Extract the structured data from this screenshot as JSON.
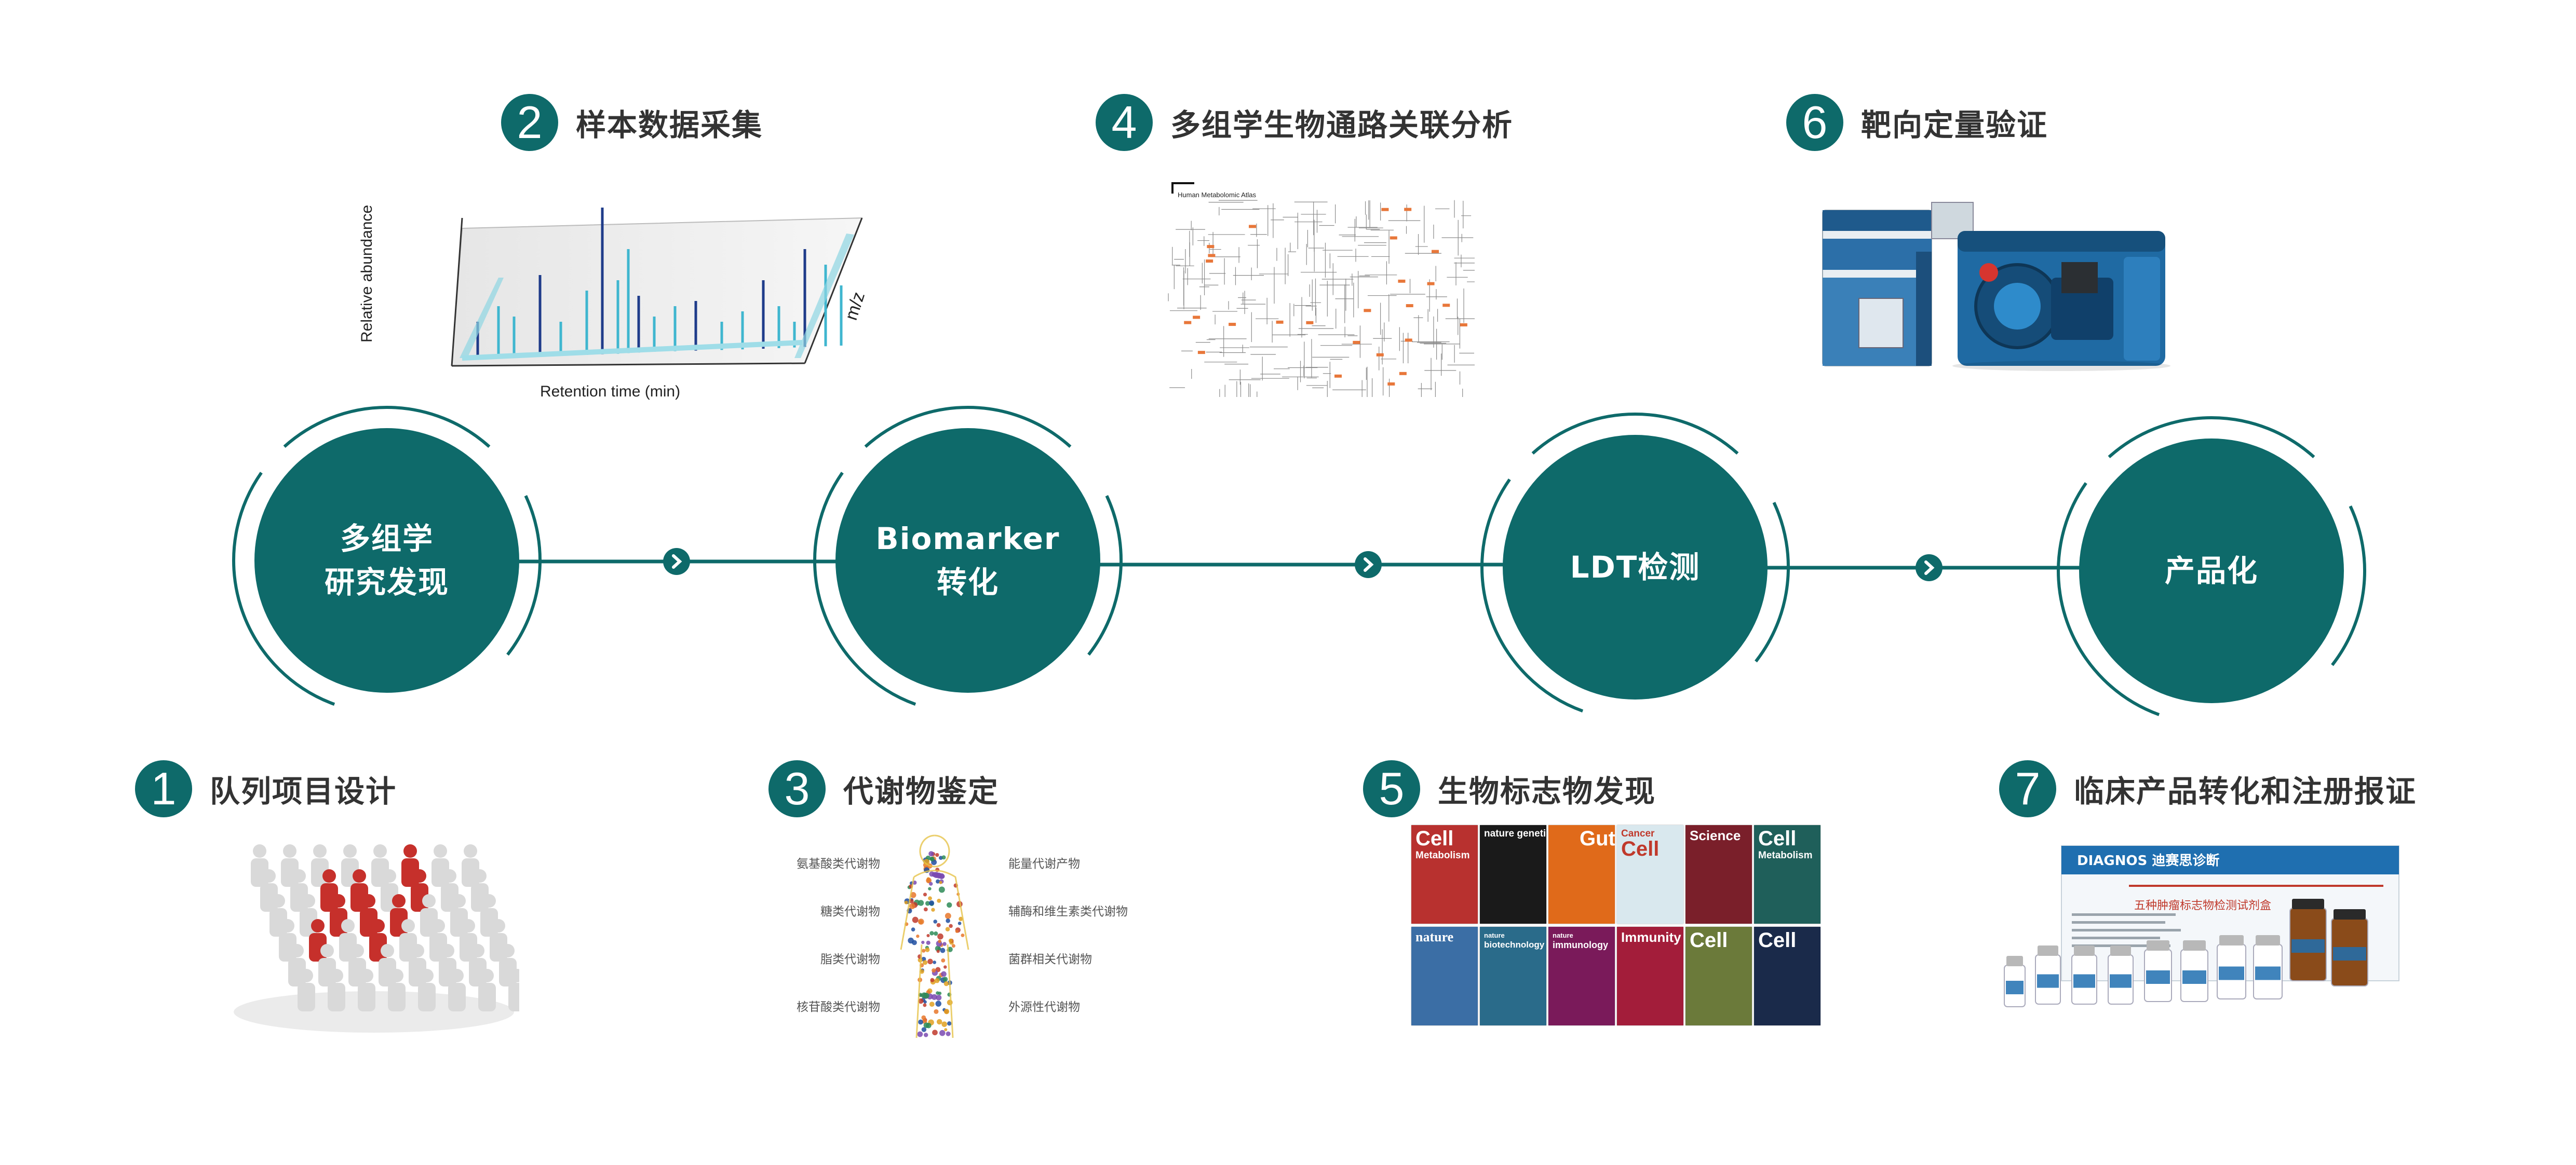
{
  "colors": {
    "accent": "#0e6a6a",
    "text": "#333333",
    "connector": "#0e6a6a"
  },
  "stages": [
    {
      "lines": [
        "多组学",
        "研究发现"
      ]
    },
    {
      "lines": [
        "Biomarker",
        "转化"
      ]
    },
    {
      "lines": [
        "LDT检测"
      ]
    },
    {
      "lines": [
        "产品化"
      ]
    }
  ],
  "connector_icon": "chevron-right-icon",
  "steps": [
    {
      "number": "1",
      "title": "队列项目设计"
    },
    {
      "number": "2",
      "title": "样本数据采集"
    },
    {
      "number": "3",
      "title": "代谢物鉴定"
    },
    {
      "number": "4",
      "title": "多组学生物通路关联分析"
    },
    {
      "number": "5",
      "title": "生物标志物发现"
    },
    {
      "number": "6",
      "title": "靶向定量验证"
    },
    {
      "number": "7",
      "title": "临床产品转化和注册报证"
    }
  ],
  "chromatogram": {
    "xlabel": "Retention time (min)",
    "ylabel": "Relative abundance",
    "zlabel": "m/z"
  },
  "metabolites": {
    "left": [
      "氨基酸类代谢物",
      "糖类代谢物",
      "脂类代谢物",
      "核苷酸类代谢物"
    ],
    "right": [
      "能量代谢产物",
      "辅酶和维生素类代谢物",
      "菌群相关代谢物",
      "外源性代谢物"
    ]
  },
  "pathway_map": {
    "title": "Human Metabolomic Atlas"
  },
  "journals": [
    {
      "title": "Cell",
      "sub": "Metabolism",
      "color": "#b8312f"
    },
    {
      "title": "nature genetics",
      "sub": "",
      "color": "#1a1a1a"
    },
    {
      "title": "Gut",
      "sub": "",
      "color": "#e06a1a"
    },
    {
      "title": "Cancer",
      "sub": "Cell",
      "color": "#d9e8ee"
    },
    {
      "title": "Science",
      "sub": "",
      "color": "#7a1f2a"
    },
    {
      "title": "Cell",
      "sub": "Metabolism",
      "color": "#1f5f5a"
    },
    {
      "title": "nature",
      "sub": "",
      "color": "#3b6ea5"
    },
    {
      "title": "biotechnology",
      "sub": "nature",
      "color": "#2a6b8a"
    },
    {
      "title": "immunology",
      "sub": "nature",
      "color": "#7a1a5a"
    },
    {
      "title": "Immunity",
      "sub": "",
      "color": "#a31d3a"
    },
    {
      "title": "Cell",
      "sub": "",
      "color": "#6b7a3a"
    },
    {
      "title": "Cell",
      "sub": "",
      "color": "#1a2a4a"
    }
  ],
  "kit": {
    "brand": "DIAGNOS  迪赛思诊断",
    "product": "五种肿瘤标志物检测试剂盒"
  },
  "icons": {
    "cohort": "people-crowd-icon",
    "body": "human-body-icon",
    "instrument": "mass-spectrometer-icon",
    "kit": "reagent-kit-icon"
  }
}
